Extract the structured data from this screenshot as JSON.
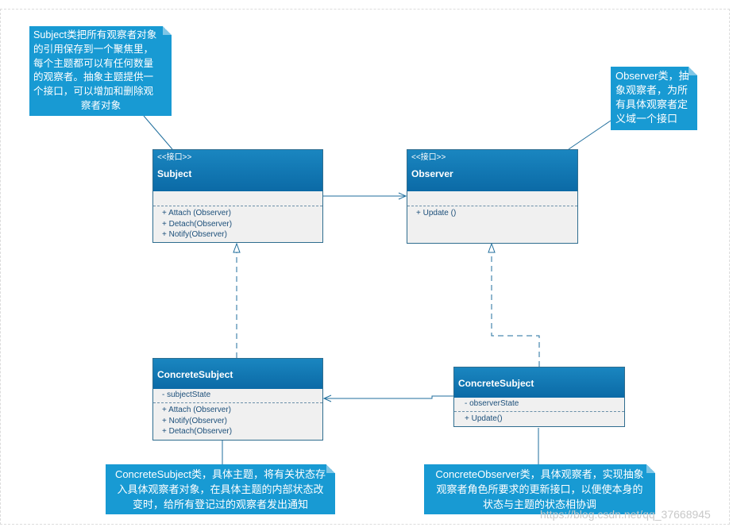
{
  "subject": {
    "stereotype": "<<接口>>",
    "name": "Subject",
    "operations": [
      "+ Attach (Observer)",
      "+ Detach(Observer)",
      "+ Notify(Observer)"
    ]
  },
  "observer": {
    "stereotype": "<<接口>>",
    "name": "Observer",
    "operations": [
      "+ Update ()"
    ]
  },
  "concrete_subject": {
    "name": "ConcreteSubject",
    "attributes": [
      "- subjectState"
    ],
    "operations": [
      "+ Attach (Observer)",
      "+ Notify(Observer)",
      "+ Detach(Observer)"
    ]
  },
  "concrete_observer": {
    "name": "ConcreteSubject",
    "attributes": [
      "- observerState"
    ],
    "operations": [
      "+ Update()"
    ]
  },
  "notes": {
    "subject": [
      "Subject类把所有观察者对象",
      "的引用保存到一个聚焦里，",
      "每个主题都可以有任何数量",
      "的观察者。抽象主题提供一",
      "个接口，可以增加和删除观",
      "察者对象"
    ],
    "observer": [
      "Observer类，抽",
      "象观察者，为所",
      "有具体观察者定",
      "义域一个接口"
    ],
    "concrete_subject": [
      "ConcreteSubject类，具体主题，将有关状态存",
      "入具体观察者对象，在具体主题的内部状态改",
      "变时，给所有登记过的观察者发出通知"
    ],
    "concrete_observer": [
      "ConcreteObserver类，具体观察者，实现抽象",
      "观察者角色所要求的更新接口，以便使本身的",
      "状态与主题的状态相协调"
    ]
  },
  "watermark": "https://blog.csdn.net/qq_37668945",
  "colors": {
    "note_fill": "#189ad3",
    "class_header": "#0b6aa6",
    "class_body": "#f0f0f0",
    "connector": "#1f6e9c"
  }
}
